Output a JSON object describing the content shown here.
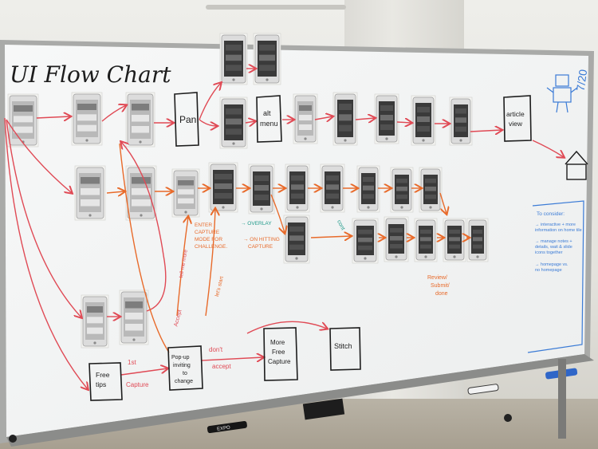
{
  "board": {
    "title": "UI Flow Chart",
    "date": "7/20",
    "considerations": [
      "To consider:",
      "→ interactive + more",
      "   information on home tile",
      "→ manage notes +",
      "   details, wait & slide",
      "   icons together",
      "→ homepage vs.",
      "   no homepage"
    ]
  },
  "nodes": {
    "pan": "Pan",
    "alt_menu": [
      "alt",
      "menu"
    ],
    "article_view": [
      "article",
      "view"
    ],
    "free_tips": [
      "Free",
      "tips"
    ],
    "popup": [
      "Pop-up",
      "inviting",
      "to",
      "change"
    ],
    "more_free_capture": [
      "More",
      "Free",
      "Capture"
    ],
    "stitch": "Stitch"
  },
  "annotations": {
    "enter_capture": [
      "ENTER",
      "CAPTURE",
      "MODE FOR",
      "CHALLENGE."
    ],
    "overlay": [
      "→ OVERLAY",
      "→ ON HITTING",
      "CAPTURE"
    ],
    "cont": "cont",
    "review": [
      "Review/",
      "Submit/",
      "done"
    ],
    "tell_me_more": "tell me more",
    "lets_start": "let's start",
    "accept": "Accept",
    "dont_accept": [
      "don't",
      "accept"
    ],
    "first": "1st",
    "capture": "Capture"
  },
  "marker_brand": "EXPO"
}
